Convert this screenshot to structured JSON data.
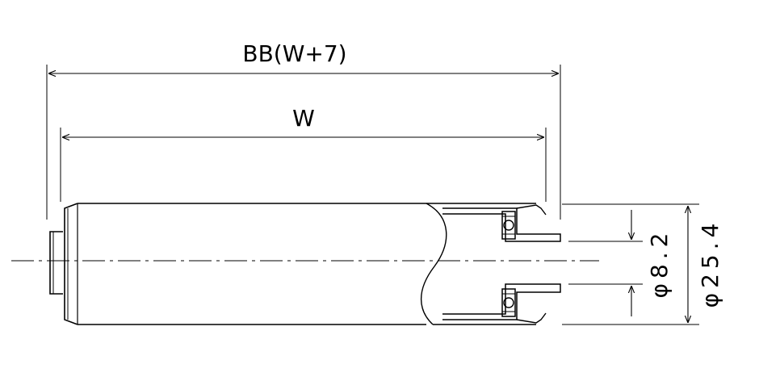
{
  "labels": {
    "overall_length": "BB(W+7)",
    "width": "W",
    "shaft_diameter": "φ8.2",
    "roller_diameter": "φ25.4"
  },
  "colors": {
    "line": "#000000",
    "background": "#ffffff"
  }
}
